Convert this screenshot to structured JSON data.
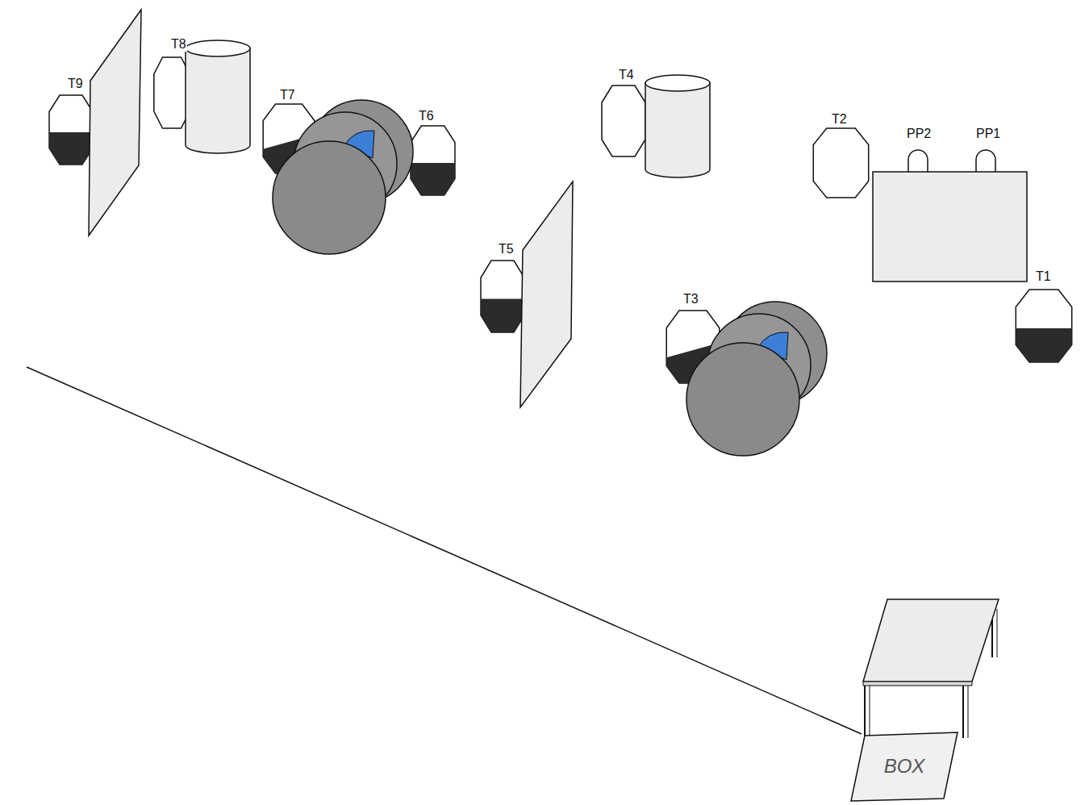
{
  "diagram": {
    "nodes": [
      {
        "text": [
          "BOX"
        ]
      }
    ],
    "edges": [],
    "labels": [
      "T8",
      "T4",
      "T9",
      "T7",
      "T6",
      "T2",
      "PP2",
      "PP1",
      "T5",
      "T1",
      "T3"
    ]
  }
}
